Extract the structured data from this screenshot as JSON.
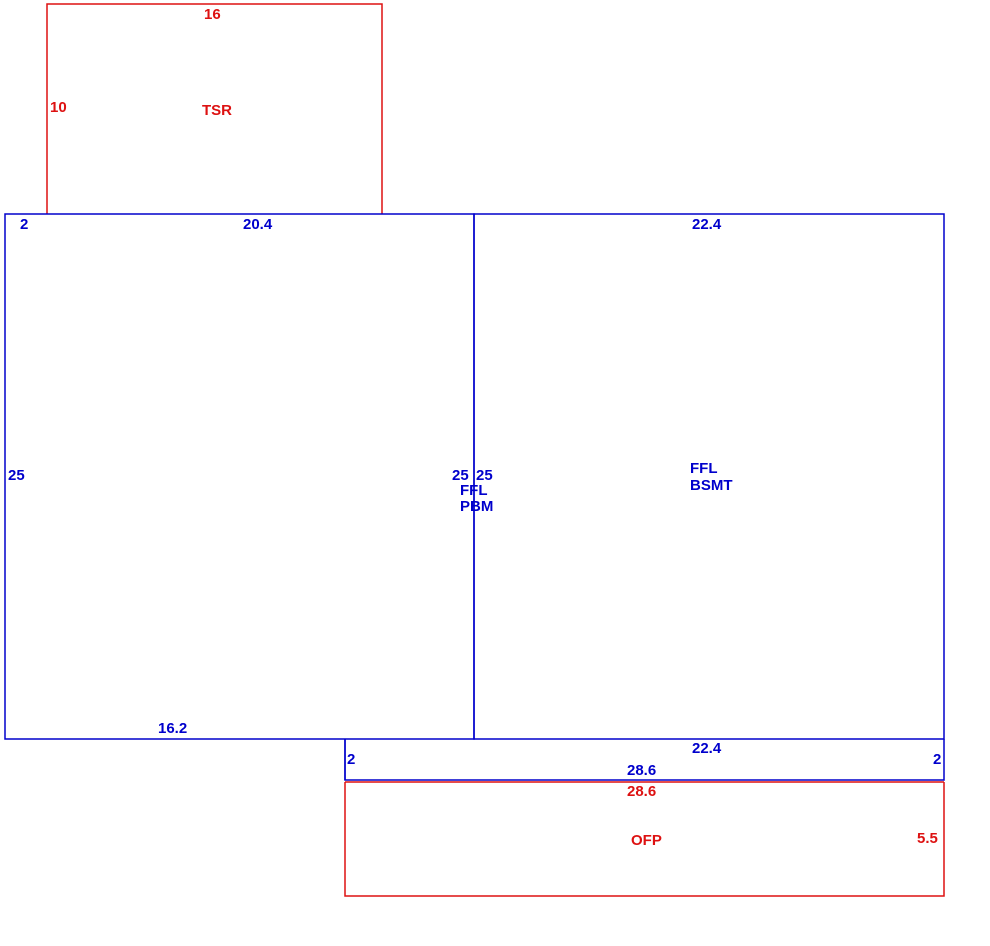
{
  "colors": {
    "living_area": "#0000cc",
    "porch_area": "#dd1111",
    "background": "#ffffff"
  },
  "areas": {
    "tsr": {
      "code": "TSR",
      "dims": {
        "top": "16",
        "left": "10"
      }
    },
    "ffl_pbm": {
      "code_line1": "FFL",
      "code_line2": "PBM",
      "dims": {
        "top_left": "2",
        "top": "20.4",
        "left": "25",
        "right": "25",
        "bottom": "16.2",
        "notch": "2"
      }
    },
    "ffl_bsmt": {
      "code_line1": "FFL",
      "code_line2": "BSMT",
      "dims": {
        "top": "22.4",
        "left": "25",
        "bottom": "22.4",
        "right": "2",
        "strip_bottom": "28.6"
      }
    },
    "ofp": {
      "code": "OFP",
      "dims": {
        "top": "28.6",
        "right": "5.5"
      }
    }
  }
}
